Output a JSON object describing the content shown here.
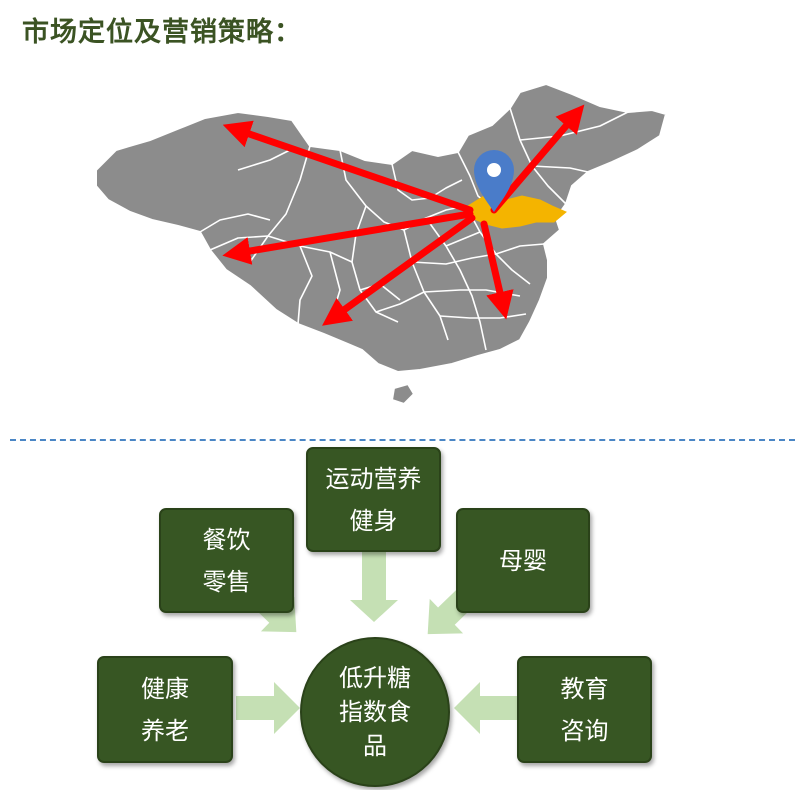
{
  "page": {
    "title": "市场定位及营销策略："
  },
  "map": {
    "marker_icon": "location-pin-icon",
    "colors": {
      "land": "#8c8c8c",
      "border": "#ffffff",
      "origin_region": "#f4b400",
      "arrow": "#ff0000",
      "pin": "#4a7cc9"
    }
  },
  "diagram": {
    "center": {
      "lines": [
        "低升糖",
        "指数食",
        "品"
      ]
    },
    "nodes": [
      {
        "id": "sports",
        "lines": [
          "运动营养",
          "健身"
        ]
      },
      {
        "id": "catering",
        "lines": [
          "餐饮",
          "零售"
        ]
      },
      {
        "id": "maternal",
        "lines": [
          "母婴"
        ]
      },
      {
        "id": "elderly",
        "lines": [
          "健康",
          "养老"
        ]
      },
      {
        "id": "education",
        "lines": [
          "教育",
          "咨询"
        ]
      }
    ],
    "colors": {
      "box": "#375623",
      "box_text": "#ffffff",
      "arrow": "#c5e0b4"
    }
  }
}
